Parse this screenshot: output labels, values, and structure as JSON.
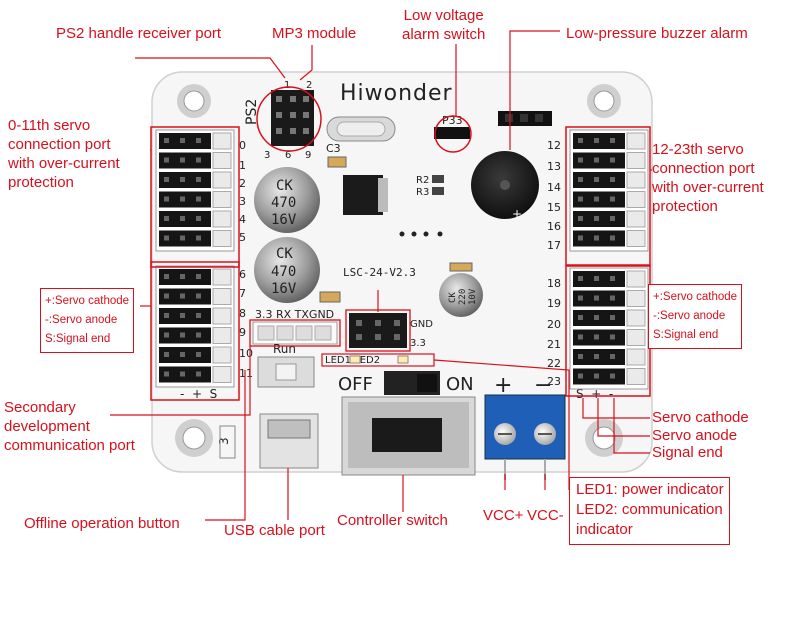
{
  "callouts": {
    "ps2_port": "PS2 handle receiver port",
    "mp3_module": "MP3 module",
    "low_voltage_switch": [
      "Low voltage",
      "alarm switch"
    ],
    "buzzer_alarm": "Low-pressure buzzer alarm",
    "left_servo_port": [
      "0-11th servo",
      "connection port",
      "with over-current",
      "protection"
    ],
    "right_servo_port": [
      "12-23th servo",
      "connection port",
      "with over-current",
      "protection"
    ],
    "secondary_port": [
      "Secondary",
      "development",
      "communication port"
    ],
    "offline_button": "Offline operation button",
    "usb_port": "USB cable port",
    "controller_switch": "Controller switch",
    "vcc_plus": "VCC+",
    "vcc_minus": "VCC-",
    "led_notes": [
      "LED1: power indicator",
      "LED2: communication",
      "indicator"
    ],
    "servo_cathode": "Servo cathode",
    "servo_anode": "Servo anode",
    "signal_end": "Signal end"
  },
  "pin_legend": [
    "+:Servo cathode",
    "-:Servo anode",
    "S:Signal end"
  ],
  "board": {
    "brand": "Hiwonder",
    "model": "LSC-24-V2.3",
    "ps2_label": "PS2",
    "p33_label": "P33",
    "c3_label": "C3",
    "r2_label": "R2",
    "r3_label": "R3",
    "cap1": [
      "CK",
      "470",
      "16V"
    ],
    "cap2": [
      "CK",
      "470",
      "16V"
    ],
    "cap3": [
      "CK",
      "220",
      "10V"
    ],
    "uart_header": "3.3 RX TXGND",
    "v33_label": "3.3",
    "gnd_label": "GND",
    "run_label": "Run",
    "off_label": "OFF",
    "on_label": "ON",
    "led_label": "LED1  LED2",
    "plus_sign": "+",
    "minus_sign": "−",
    "left_pin_letters": "-  +  S",
    "right_pin_letters": "S  +  -",
    "usb_side_label": "3",
    "ps2_pins_top": [
      "1",
      "2"
    ],
    "ps2_pins_bottom": [
      "3",
      "6",
      "9"
    ],
    "left_channels": [
      "0",
      "1",
      "2",
      "3",
      "4",
      "5",
      "6",
      "7",
      "8",
      "9",
      "10",
      "11"
    ],
    "right_channels": [
      "12",
      "13",
      "14",
      "15",
      "16",
      "17",
      "18",
      "19",
      "20",
      "21",
      "22",
      "23"
    ]
  },
  "colors": {
    "accent": "#d8101c",
    "board": "#f6f6f6",
    "header": "#1a1a1a",
    "terminal": "#1f5fb8"
  }
}
